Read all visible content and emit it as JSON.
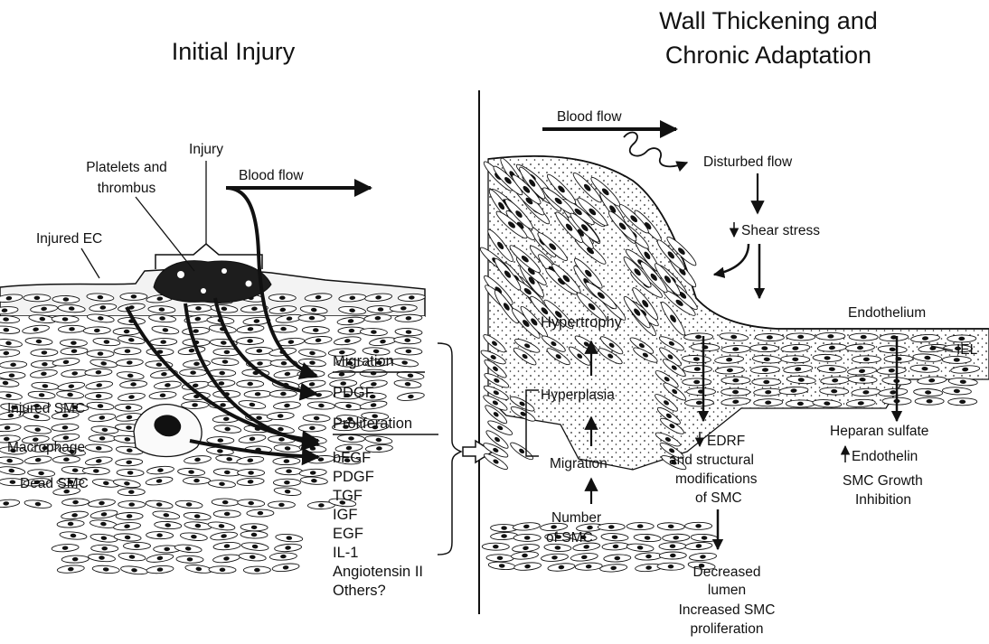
{
  "left_title": "Initial Injury",
  "right_title_line1": "Wall Thickening and",
  "right_title_line2": "Chronic Adaptation",
  "left": {
    "injury": "Injury",
    "platelets1": "Platelets and",
    "platelets2": "thrombus",
    "blood_flow": "Blood flow",
    "injured_ec": "Injured EC",
    "injured_smc": "Injured SMC",
    "macrophage": "Macrophage",
    "dead_smc": "Dead SMC"
  },
  "factors": {
    "migration_heading": "Migration",
    "migration_items": [
      "PDGF"
    ],
    "proliferation_heading": "Proliferation",
    "proliferation_items": [
      "bFGF",
      "PDGF",
      "TGF",
      "IGF",
      "EGF",
      "IL-1",
      "Angiotensin II",
      "Others?"
    ]
  },
  "right": {
    "blood_flow": "Blood flow",
    "disturbed_flow": "Disturbed flow",
    "shear_stress": "Shear stress",
    "hypertrophy": "Hypertrophy",
    "hyperplasia": "Hyperplasia",
    "migration": "Migration",
    "number1": "Number",
    "number2": "of SMC",
    "endothelium": "Endothelium",
    "iel": "IEL",
    "edrf1": "EDRF",
    "edrf2": "and structural",
    "edrf3": "modifications",
    "edrf4": "of SMC",
    "heparan": "Heparan sulfate",
    "endothelin": "Endothelin",
    "smc_growth1": "SMC Growth",
    "smc_growth2": "Inhibition",
    "decreased1": "Decreased",
    "decreased2": "lumen",
    "increased1": "Increased SMC",
    "increased2": "proliferation"
  }
}
